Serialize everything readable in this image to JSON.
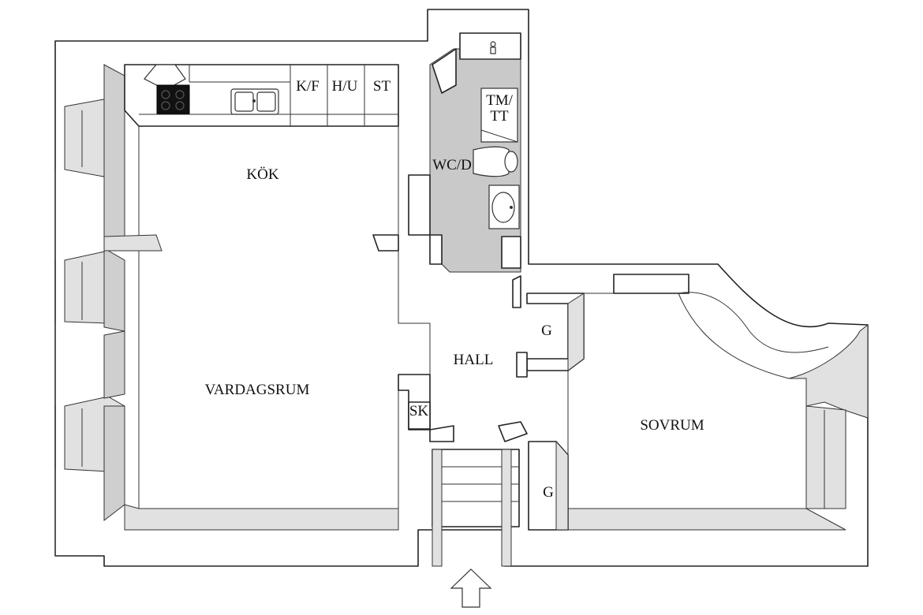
{
  "rooms": {
    "kok": "KÖK",
    "vardagsrum": "VARDAGSRUM",
    "hall": "HALL",
    "sovrum": "SOVRUM",
    "wc": "WC/D",
    "sk": "SK",
    "g_hall": "G",
    "g_sovrum": "G"
  },
  "appliances": {
    "kf": "K/F",
    "hu": "H/U",
    "st": "ST",
    "tm_line1": "TM/",
    "tm_line2": "TT"
  },
  "colors": {
    "wall_fill": "#ffffff",
    "wall_stroke": "#222222",
    "wall_shade": "#e1e1e1",
    "bathroom_floor": "#c9c9c9",
    "stove_top": "#111111"
  },
  "icons": {
    "entrance": "entrance-arrow-icon",
    "stove": "stove-icon",
    "sink": "kitchen-sink-icon",
    "toilet": "toilet-icon",
    "basin": "washbasin-icon",
    "tap": "bath-tap-icon"
  }
}
